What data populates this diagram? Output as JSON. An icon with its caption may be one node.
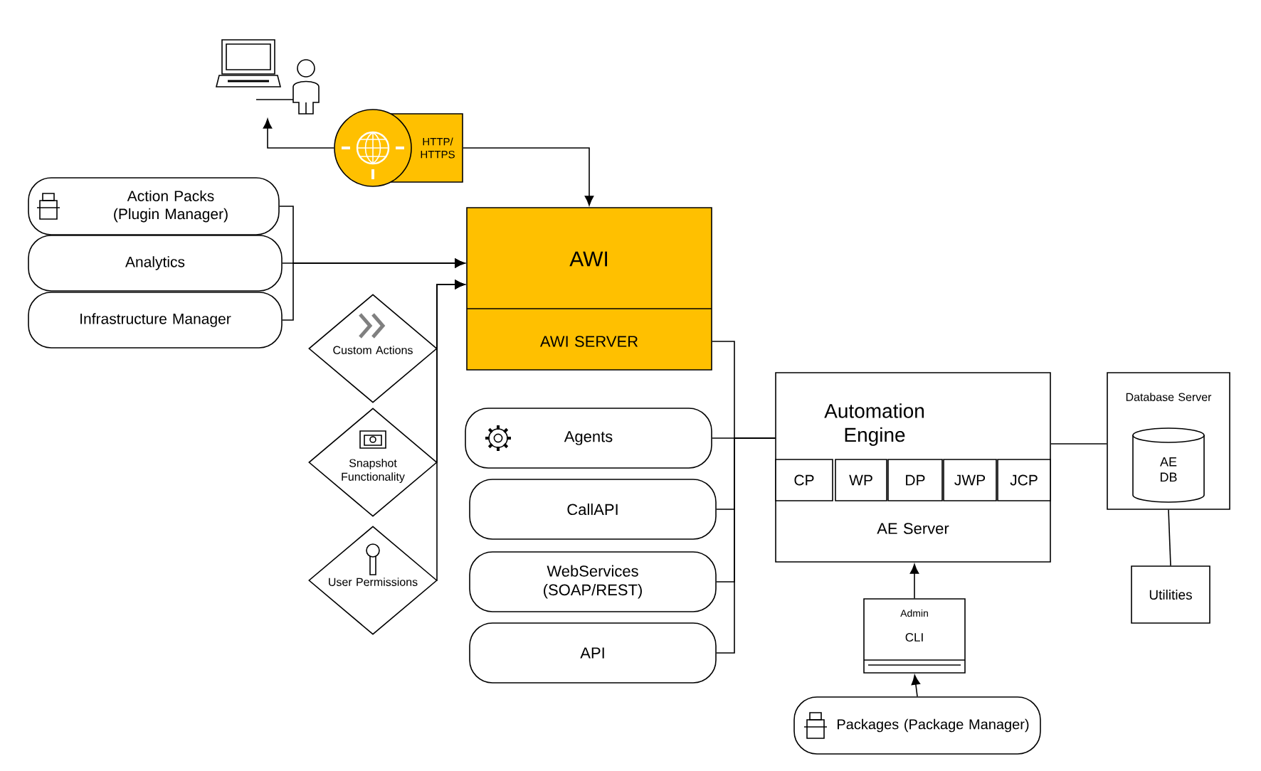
{
  "diagram": {
    "nodes": [
      {
        "text": [],
        "shape": "person"
      },
      {
        "text": [
          "HTTP/ HTTPS"
        ]
      },
      {
        "text": [
          "AWI",
          "AWI SERVER"
        ]
      },
      {
        "text": [
          "Action Packs (Plugin Manager)"
        ]
      },
      {
        "text": [
          "Analytics"
        ]
      },
      {
        "text": [
          "Infrastructure Manager"
        ]
      },
      {
        "text": [
          "Custom Actions"
        ]
      },
      {
        "text": [
          "Snapshot Functionality"
        ]
      },
      {
        "text": [
          "User Permissions"
        ]
      },
      {
        "text": [
          "Agents"
        ]
      },
      {
        "text": [
          "CallAPI"
        ]
      },
      {
        "text": [
          "WebServices (SOAP/REST)"
        ]
      },
      {
        "text": [
          "API"
        ]
      },
      {
        "text": [
          "Automation Engine",
          "AE Server"
        ]
      },
      {
        "text": [
          "CP"
        ],
        "in": 13
      },
      {
        "text": [
          "WP"
        ],
        "in": 13
      },
      {
        "text": [
          "DP"
        ],
        "in": 13
      },
      {
        "text": [
          "JWP"
        ],
        "in": 13
      },
      {
        "text": [
          "JCP"
        ],
        "in": 13
      },
      {
        "text": [
          "Database Server"
        ]
      },
      {
        "text": [
          "AE DB"
        ],
        "in": 19
      },
      {
        "text": [
          "Utilities"
        ]
      },
      {
        "text": [
          "Admin",
          "CLI"
        ]
      },
      {
        "text": [
          "Packages (Package Manager)"
        ]
      }
    ],
    "edges": [
      {
        "from": 1,
        "to": 0,
        "arrow": "to"
      },
      {
        "from": 1,
        "to": 2,
        "arrow": "to"
      },
      {
        "from": 3,
        "to": 2,
        "arrow": "to"
      },
      {
        "from": 4,
        "to": 2,
        "arrow": "to"
      },
      {
        "from": 5,
        "to": 2,
        "arrow": "to"
      },
      {
        "from": 6,
        "to": 2,
        "arrow": "to"
      },
      {
        "from": 7,
        "to": 2,
        "arrow": "to"
      },
      {
        "from": 8,
        "to": 2,
        "arrow": "to"
      },
      {
        "from": 2,
        "to": 13,
        "arrow": "none"
      },
      {
        "from": 9,
        "to": 13,
        "arrow": "none"
      },
      {
        "from": 10,
        "to": 13,
        "arrow": "none"
      },
      {
        "from": 11,
        "to": 13,
        "arrow": "none"
      },
      {
        "from": 12,
        "to": 13,
        "arrow": "none"
      },
      {
        "from": 13,
        "to": 19,
        "arrow": "none"
      },
      {
        "from": 19,
        "to": 21,
        "arrow": "none"
      },
      {
        "from": 22,
        "to": 13,
        "arrow": "to"
      },
      {
        "from": 23,
        "to": 22,
        "arrow": "to"
      }
    ]
  }
}
